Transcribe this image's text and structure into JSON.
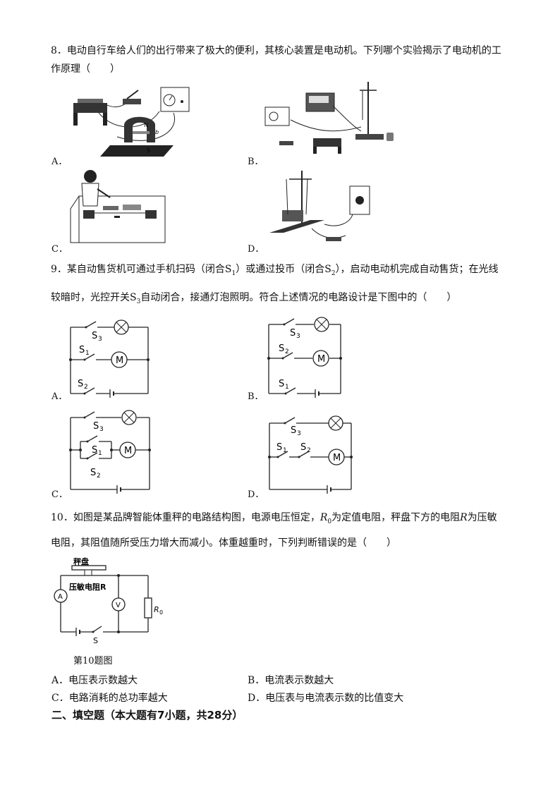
{
  "q8": {
    "line1": "8．电动自行车给人们的出行带来了极大的便利，其核心装置是电动机。下列哪个实验揭示了电动机的工",
    "line2": "作原理（　　）",
    "options": [
      "A．",
      "B．",
      "C．",
      "D．"
    ],
    "fig_a_labels": {
      "n": "N",
      "b": "b",
      "s": "S"
    }
  },
  "q9": {
    "line1_a": "9．某自动售货机可通过手机扫码（闭合",
    "line1_s1": "S",
    "line1_s1_sub": "1",
    "line1_b": "）或通过投币（闭合",
    "line1_s2": "S",
    "line1_s2_sub": "2",
    "line1_c": "），启动电动机完成自动售货；在光线",
    "line2_a": "较暗时，光控开关",
    "line2_s3": "S",
    "line2_s3_sub": "3",
    "line2_b": "自动闭合，接通灯泡照明。符合上述情况的电路设计是下图中的（　　）",
    "options": [
      "A．",
      "B．",
      "C．",
      "D．"
    ],
    "motor": "M",
    "s_letter": "S",
    "sub1": "1",
    "sub2": "2",
    "sub3": "3"
  },
  "q10": {
    "line1": "10．如图是某品牌智能体重秤的电路结构图，电源电压恒定，",
    "r0": "R",
    "r0_sub": "0",
    "line1_b": "为定值电阻，秤盘下方的电阻",
    "r": "R",
    "line1_c": "为压敏",
    "line2": "电阻，其阻值随所受压力增大而减小。体重越重时，下列判断错误的是（　　）",
    "fig_pan": "秤盘",
    "fig_r": "压敏电阻R",
    "fig_a": "A",
    "fig_v": "V",
    "fig_r0": "R",
    "fig_r0_sub": "0",
    "fig_s": "S",
    "caption": "第10题图",
    "choices": [
      "A．电压表示数越大",
      "B．电流表示数越大",
      "C．电路消耗的总功率越大",
      "D．电压表与电流表示数的比值变大"
    ]
  },
  "section2": "二、填空题（本大题有7小题，共28分）"
}
